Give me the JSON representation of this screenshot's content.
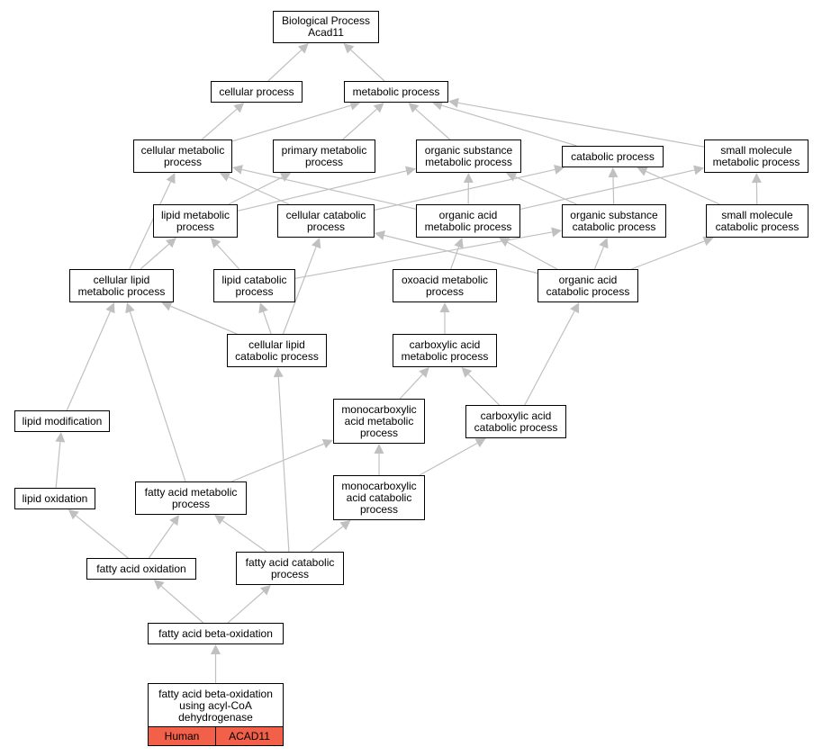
{
  "diagram": {
    "edge_color": "#c0c0c0",
    "tag_color": "#f26049",
    "nodes": {
      "root": "Biological Process\nAcad11",
      "cellular_process": "cellular process",
      "metabolic_process": "metabolic process",
      "cellular_metabolic_process": "cellular metabolic\nprocess",
      "primary_metabolic_process": "primary metabolic\nprocess",
      "organic_substance_metabolic_process": "organic substance\nmetabolic process",
      "catabolic_process": "catabolic process",
      "small_molecule_metabolic_process": "small molecule\nmetabolic process",
      "lipid_metabolic_process": "lipid metabolic\nprocess",
      "cellular_catabolic_process": "cellular catabolic\nprocess",
      "organic_acid_metabolic_process": "organic acid\nmetabolic process",
      "organic_substance_catabolic_process": "organic substance\ncatabolic process",
      "small_molecule_catabolic_process": "small molecule\ncatabolic process",
      "cellular_lipid_metabolic_process": "cellular lipid\nmetabolic process",
      "lipid_catabolic_process": "lipid catabolic\nprocess",
      "oxoacid_metabolic_process": "oxoacid metabolic\nprocess",
      "organic_acid_catabolic_process": "organic acid\ncatabolic process",
      "cellular_lipid_catabolic_process": "cellular lipid\ncatabolic process",
      "carboxylic_acid_metabolic_process": "carboxylic acid\nmetabolic process",
      "lipid_modification": "lipid modification",
      "monocarboxylic_acid_metabolic_process": "monocarboxylic\nacid metabolic\nprocess",
      "carboxylic_acid_catabolic_process": "carboxylic acid\ncatabolic process",
      "lipid_oxidation": "lipid oxidation",
      "fatty_acid_metabolic_process": "fatty acid metabolic\nprocess",
      "monocarboxylic_acid_catabolic_process": "monocarboxylic\nacid catabolic\nprocess",
      "fatty_acid_oxidation": "fatty acid oxidation",
      "fatty_acid_catabolic_process": "fatty acid catabolic\nprocess",
      "fatty_acid_beta_oxidation": "fatty acid beta-oxidation",
      "leaf": "fatty acid beta-oxidation\nusing acyl-CoA\ndehydrogenase"
    },
    "leaf_tags": [
      "Human",
      "ACAD11"
    ],
    "edges": [
      [
        "cellular_process",
        "root"
      ],
      [
        "metabolic_process",
        "root"
      ],
      [
        "cellular_metabolic_process",
        "cellular_process"
      ],
      [
        "cellular_metabolic_process",
        "metabolic_process"
      ],
      [
        "primary_metabolic_process",
        "metabolic_process"
      ],
      [
        "organic_substance_metabolic_process",
        "metabolic_process"
      ],
      [
        "catabolic_process",
        "metabolic_process"
      ],
      [
        "small_molecule_metabolic_process",
        "metabolic_process"
      ],
      [
        "lipid_metabolic_process",
        "primary_metabolic_process"
      ],
      [
        "lipid_metabolic_process",
        "organic_substance_metabolic_process"
      ],
      [
        "cellular_catabolic_process",
        "cellular_metabolic_process"
      ],
      [
        "cellular_catabolic_process",
        "catabolic_process"
      ],
      [
        "organic_acid_metabolic_process",
        "cellular_metabolic_process"
      ],
      [
        "organic_acid_metabolic_process",
        "organic_substance_metabolic_process"
      ],
      [
        "organic_acid_metabolic_process",
        "small_molecule_metabolic_process"
      ],
      [
        "organic_substance_catabolic_process",
        "organic_substance_metabolic_process"
      ],
      [
        "organic_substance_catabolic_process",
        "catabolic_process"
      ],
      [
        "small_molecule_catabolic_process",
        "catabolic_process"
      ],
      [
        "small_molecule_catabolic_process",
        "small_molecule_metabolic_process"
      ],
      [
        "cellular_lipid_metabolic_process",
        "cellular_metabolic_process"
      ],
      [
        "cellular_lipid_metabolic_process",
        "lipid_metabolic_process"
      ],
      [
        "lipid_catabolic_process",
        "lipid_metabolic_process"
      ],
      [
        "lipid_catabolic_process",
        "organic_substance_catabolic_process"
      ],
      [
        "oxoacid_metabolic_process",
        "organic_acid_metabolic_process"
      ],
      [
        "organic_acid_catabolic_process",
        "cellular_catabolic_process"
      ],
      [
        "organic_acid_catabolic_process",
        "organic_acid_metabolic_process"
      ],
      [
        "organic_acid_catabolic_process",
        "organic_substance_catabolic_process"
      ],
      [
        "organic_acid_catabolic_process",
        "small_molecule_catabolic_process"
      ],
      [
        "cellular_lipid_catabolic_process",
        "cellular_lipid_metabolic_process"
      ],
      [
        "cellular_lipid_catabolic_process",
        "lipid_catabolic_process"
      ],
      [
        "cellular_lipid_catabolic_process",
        "cellular_catabolic_process"
      ],
      [
        "carboxylic_acid_metabolic_process",
        "oxoacid_metabolic_process"
      ],
      [
        "lipid_modification",
        "cellular_lipid_metabolic_process"
      ],
      [
        "monocarboxylic_acid_metabolic_process",
        "carboxylic_acid_metabolic_process"
      ],
      [
        "carboxylic_acid_catabolic_process",
        "carboxylic_acid_metabolic_process"
      ],
      [
        "carboxylic_acid_catabolic_process",
        "organic_acid_catabolic_process"
      ],
      [
        "lipid_oxidation",
        "lipid_modification"
      ],
      [
        "fatty_acid_metabolic_process",
        "cellular_lipid_metabolic_process"
      ],
      [
        "fatty_acid_metabolic_process",
        "monocarboxylic_acid_metabolic_process"
      ],
      [
        "monocarboxylic_acid_catabolic_process",
        "monocarboxylic_acid_metabolic_process"
      ],
      [
        "monocarboxylic_acid_catabolic_process",
        "carboxylic_acid_catabolic_process"
      ],
      [
        "fatty_acid_oxidation",
        "lipid_oxidation"
      ],
      [
        "fatty_acid_oxidation",
        "fatty_acid_metabolic_process"
      ],
      [
        "fatty_acid_catabolic_process",
        "fatty_acid_metabolic_process"
      ],
      [
        "fatty_acid_catabolic_process",
        "cellular_lipid_catabolic_process"
      ],
      [
        "fatty_acid_catabolic_process",
        "monocarboxylic_acid_catabolic_process"
      ],
      [
        "fatty_acid_beta_oxidation",
        "fatty_acid_oxidation"
      ],
      [
        "fatty_acid_beta_oxidation",
        "fatty_acid_catabolic_process"
      ],
      [
        "leaf",
        "fatty_acid_beta_oxidation"
      ]
    ]
  }
}
